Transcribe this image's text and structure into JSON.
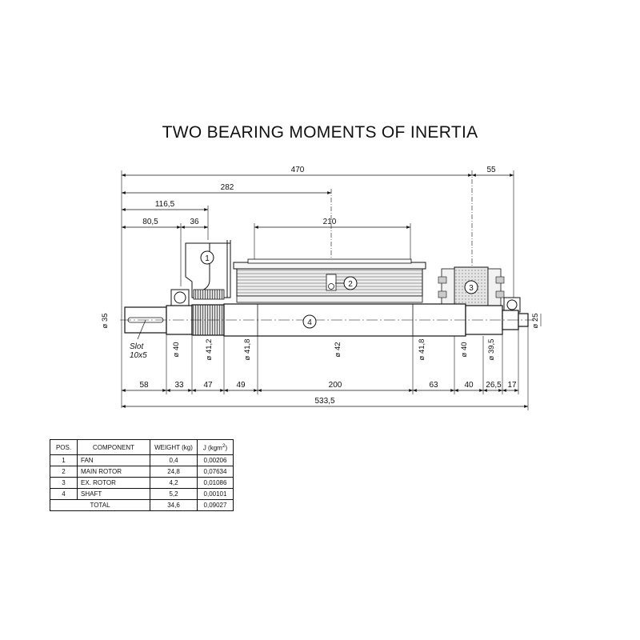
{
  "title": "TWO BEARING MOMENTS OF INERTIA",
  "dims_top": [
    "470",
    "55",
    "282",
    "116,5",
    "210",
    "80,5",
    "36"
  ],
  "dims_bottom": [
    "58",
    "33",
    "47",
    "49",
    "200",
    "63",
    "40",
    "26,5",
    "17"
  ],
  "dim_overall": "533,5",
  "diameters": [
    "ø 35",
    "ø 40",
    "ø 41,2",
    "ø 41,8",
    "ø 42",
    "ø 41,8",
    "ø 40",
    "ø 39,5",
    "ø 25"
  ],
  "slot": [
    "Slot",
    "10x5"
  ],
  "balloons": [
    "1",
    "2",
    "3",
    "4"
  ],
  "table": {
    "headers": [
      "POS.",
      "COMPONENT",
      "WEIGHT (kg)",
      "J (kgm",
      "2",
      ")"
    ],
    "rows": [
      {
        "pos": "1",
        "component": "FAN",
        "weight": "0,4",
        "j": "0,00206"
      },
      {
        "pos": "2",
        "component": "MAIN ROTOR",
        "weight": "24,8",
        "j": "0,07634"
      },
      {
        "pos": "3",
        "component": "EX. ROTOR",
        "weight": "4,2",
        "j": "0,01086"
      },
      {
        "pos": "4",
        "component": "SHAFT",
        "weight": "5,2",
        "j": "0,00101"
      }
    ],
    "total": {
      "label": "TOTAL",
      "weight": "34,6",
      "j": "0,09027"
    }
  }
}
